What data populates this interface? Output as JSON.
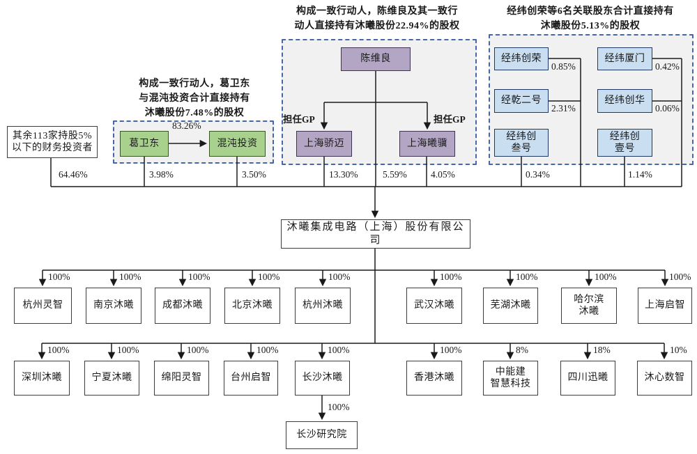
{
  "annotations": {
    "hundun_group": "构成一致行动人，葛卫东\n与混沌投资合计直接持有\n沐曦股份7.48%的股权",
    "chen_group": "构成一致行动人，陈维良及其一致行\n动人直接持有沐曦股份22.94%的股权",
    "jingwei_group": "经纬创荣等6名关联股东合计直接持有\n沐曦股份5.13%的股权"
  },
  "gp_label": "担任GP",
  "shareholders": {
    "other_investors": {
      "name": "其余113家持股5%\n以下的财务投资者",
      "pct": "64.46%"
    },
    "ge_weidong": {
      "name": "葛卫东",
      "pct": "3.98%"
    },
    "ge_to_hundun_pct": "83.26%",
    "hundun": {
      "name": "混沌投资",
      "pct": "3.50%"
    },
    "chen_weiliang": {
      "name": "陈维良",
      "pct": "5.59%"
    },
    "shanghai_jiaomai": {
      "name": "上海骄迈",
      "pct": "13.30%"
    },
    "shanghai_xiji": {
      "name": "上海曦骥",
      "pct": "4.05%"
    },
    "jingwei_chuangrong": {
      "name": "经纬创荣",
      "pct": "0.85%"
    },
    "jingwei_xiamen": {
      "name": "经纬厦门",
      "pct": "0.42%"
    },
    "jingqian_erhao": {
      "name": "经乾二号",
      "pct": "2.31%"
    },
    "jingwei_chuanghua": {
      "name": "经纬创华",
      "pct": "0.06%"
    },
    "jingwei_chuangsan": {
      "name": "经纬创\n叁号",
      "pct": "0.34%"
    },
    "jingwei_chuangyi": {
      "name": "经纬创\n壹号",
      "pct": "1.14%"
    }
  },
  "company": {
    "name": "沐曦集成电路（上海）股份有限公司"
  },
  "subsidiaries_row1": [
    {
      "name": "杭州灵智",
      "pct": "100%"
    },
    {
      "name": "南京沐曦",
      "pct": "100%"
    },
    {
      "name": "成都沐曦",
      "pct": "100%"
    },
    {
      "name": "北京沐曦",
      "pct": "100%"
    },
    {
      "name": "杭州沐曦",
      "pct": "100%"
    },
    {
      "name": "武汉沐曦",
      "pct": "100%"
    },
    {
      "name": "芜湖沐曦",
      "pct": "100%"
    },
    {
      "name": "哈尔滨\n沐曦",
      "pct": "100%"
    },
    {
      "name": "上海启智",
      "pct": "100%"
    }
  ],
  "subsidiaries_row2": [
    {
      "name": "深圳沐曦",
      "pct": "100%"
    },
    {
      "name": "宁夏沐曦",
      "pct": "100%"
    },
    {
      "name": "绵阳灵智",
      "pct": "100%"
    },
    {
      "name": "台州启智",
      "pct": "100%"
    },
    {
      "name": "长沙沐曦",
      "pct": "100%"
    },
    {
      "name": "香港沐曦",
      "pct": "100%"
    },
    {
      "name": "中能建\n智慧科技",
      "pct": "8%"
    },
    {
      "name": "四川迅曦",
      "pct": "18%"
    },
    {
      "name": "沐心数智",
      "pct": "10%"
    }
  ],
  "research_institute": {
    "name": "长沙研究院",
    "pct": "100%"
  },
  "colors": {
    "purple_fill": "#b3a5c4",
    "green_fill": "#a9d18e",
    "blue_fill": "#c9def1",
    "panel_fill": "#f1f1f2",
    "dashed_border": "#4466aa",
    "line": "#1a1a1a"
  }
}
